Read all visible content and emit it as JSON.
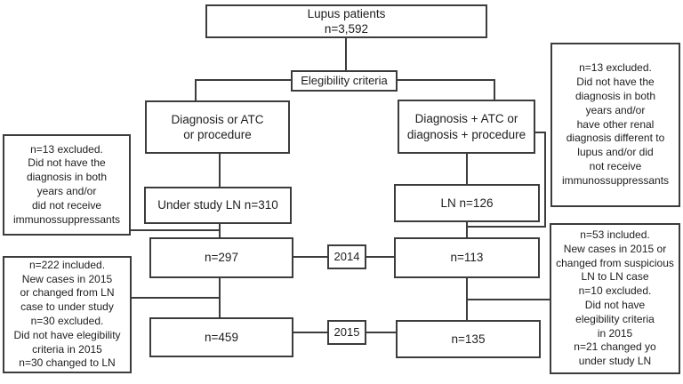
{
  "colors": {
    "box_border": "#3c3c3c",
    "connector_line": "#3c3c3c",
    "text": "#1d1d1d",
    "background": "#ffffff"
  },
  "nodes": {
    "lupus": {
      "text": "Lupus patients\nn=3,592"
    },
    "eligibility": {
      "text": "Elegibility criteria"
    },
    "left_branch": {
      "text": "Diagnosis or ATC\nor procedure"
    },
    "right_branch": {
      "text": "Diagnosis + ATC or\ndiagnosis + procedure"
    },
    "under_study": {
      "text": "Under study LN n=310"
    },
    "ln": {
      "text": "LN n=126"
    },
    "n297": {
      "text": "n=297"
    },
    "year_2014": {
      "text": "2014"
    },
    "n113": {
      "text": "n=113"
    },
    "n459": {
      "text": "n=459"
    },
    "year_2015": {
      "text": "2015"
    },
    "n135": {
      "text": "n=135"
    },
    "excluded_left": {
      "text": "n=13 excluded.\nDid not have the\ndiagnosis in both\nyears and/or\ndid not receive\nimmunossuppressants"
    },
    "included_left": {
      "text": "n=222 included.\nNew cases in 2015\nor changed from LN\ncase to under study\nn=30 excluded.\nDid not have elegibility\ncriteria in 2015\nn=30 changed to LN"
    },
    "excluded_right": {
      "text": "n=13 excluded.\nDid not have the\ndiagnosis in both\nyears and/or\nhave other renal\ndiagnosis different to\nlupus and/or did\nnot receive\nimmunossuppressants"
    },
    "included_right": {
      "text": "n=53 included.\nNew cases in 2015 or\nchanged from suspicious\nLN to LN case\nn=10 excluded.\nDid not have\nelegibility criteria\nin 2015\nn=21 changed yo\nunder study LN"
    }
  }
}
